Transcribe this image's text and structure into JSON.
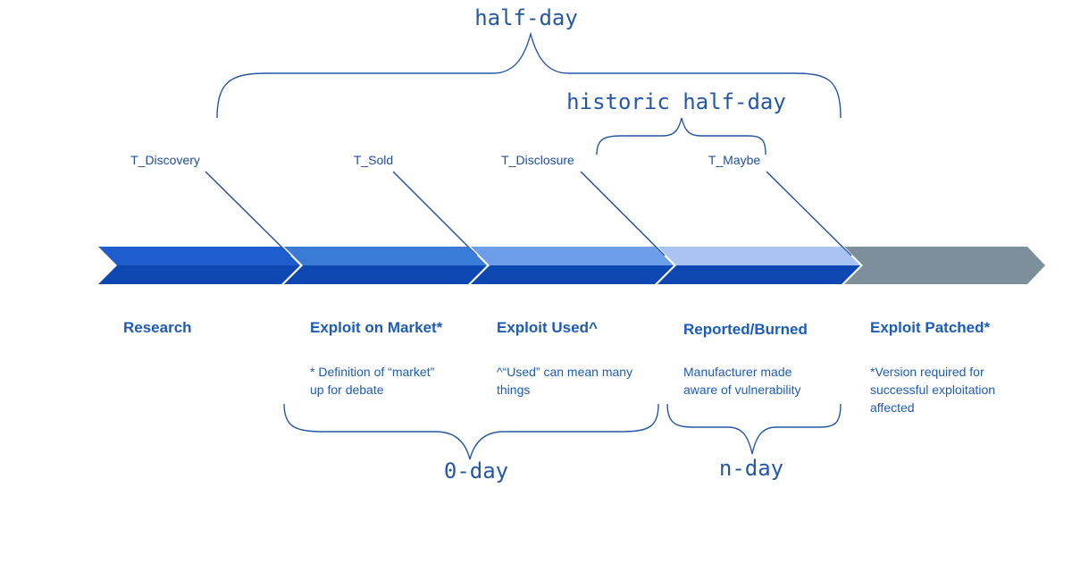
{
  "brackets": {
    "half_day": "half-day",
    "historic_half_day": "historic half-day",
    "zero_day": "0-day",
    "n_day": "n-day"
  },
  "time_points": [
    "T_Discovery",
    "T_Sold",
    "T_Disclosure",
    "T_Maybe"
  ],
  "stages": [
    {
      "title": "Research",
      "lines": [
        "",
        ""
      ]
    },
    {
      "title": "Exploit on Market*",
      "lines": [
        "* Definition of “market”",
        "up for debate"
      ]
    },
    {
      "title": "Exploit Used^",
      "lines": [
        "^“Used” can mean many",
        "things"
      ]
    },
    {
      "title": "Reported/Burned",
      "lines": [
        "Manufacturer made",
        "aware of vulnerability"
      ]
    },
    {
      "title": "Exploit Patched*",
      "lines": [
        "*Version required for",
        "successful exploitation",
        "affected"
      ]
    }
  ],
  "colors": {
    "text": "#1c5cb8",
    "bracket": "#2557a7",
    "connector": "#1f4e9a",
    "segment_top": [
      "#1f5ccc",
      "#3a7bd8",
      "#6c9ee9",
      "#a9c4f3",
      "#7c8f9b"
    ],
    "segment_bottom": [
      "#0d47b2",
      "#0d47b2",
      "#0d47b2",
      "#0d47b2",
      "#7c8f9b"
    ]
  }
}
